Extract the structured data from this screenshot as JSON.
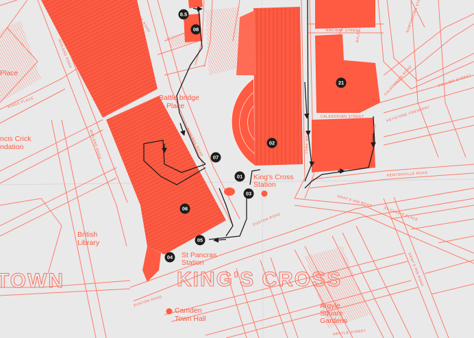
{
  "colors": {
    "background": "#e9e9ea",
    "accent": "#ff5a42",
    "street_line": "#ff7a66",
    "marker": "#1c1c1c",
    "route": "#1c1c1c"
  },
  "districts": {
    "left_partial": "TOWN",
    "center": "KING'S CROSS"
  },
  "places": {
    "battlebridge": [
      "Battle bridge",
      "Place"
    ],
    "kings_cross_station": [
      "King's Cross",
      "Station"
    ],
    "st_pancras_station": [
      "St Pancras",
      "Station"
    ],
    "british_library": [
      "British",
      "Library"
    ],
    "camden_town_hall": [
      "Camden",
      "Town Hall"
    ],
    "argyle_square": [
      "Argyle",
      "Square",
      "Gardens"
    ],
    "francis_crick": [
      "ncis Crick",
      "ndation"
    ],
    "place_left": "Place"
  },
  "streets": {
    "midland_road_top": "MIDLAND ROAD",
    "midland_road_bottom": "MIDLAND ROAD",
    "pancras_road_top": "PANCRAS ROAD",
    "pancras_road_mid": "PANCRAS ROAD",
    "euston_road_center": "EUSTON ROAD",
    "euston_road_left": "EUSTON ROAD",
    "york_way": "YORK WAY",
    "railway_street": "RAILWAY STREET",
    "caledonian_street": "CALEDONIAN STREET",
    "caledonian_road": "CALEDONIAN ROAD",
    "pentonville_road": "PENTONVILLE ROAD",
    "grays_inn_road_top": "GRAY'S INN ROAD",
    "grays_inn_road_right": "GRAY'S INN ROAD",
    "keystone_crescent": "KEYSTONE CRESCENT",
    "collier_street": "COLLIER STREET",
    "balfe_street": "BALFE STREET",
    "northdown_street": "NORTHDOWN STREET",
    "kings_place": "KINGS PLACE",
    "st_chads_place": "ST CHAD'S PLACE",
    "argyle_street": "ARGYLE STREET",
    "cheney_road": "CHENEY RD"
  },
  "markers": [
    {
      "id": "8.5",
      "label": "8.5"
    },
    {
      "id": "08",
      "label": "08"
    },
    {
      "id": "21",
      "label": "21"
    },
    {
      "id": "02",
      "label": "02"
    },
    {
      "id": "07",
      "label": "07"
    },
    {
      "id": "01",
      "label": "01"
    },
    {
      "id": "03",
      "label": "03"
    },
    {
      "id": "06",
      "label": "06"
    },
    {
      "id": "05",
      "label": "05"
    },
    {
      "id": "04",
      "label": "04"
    }
  ]
}
